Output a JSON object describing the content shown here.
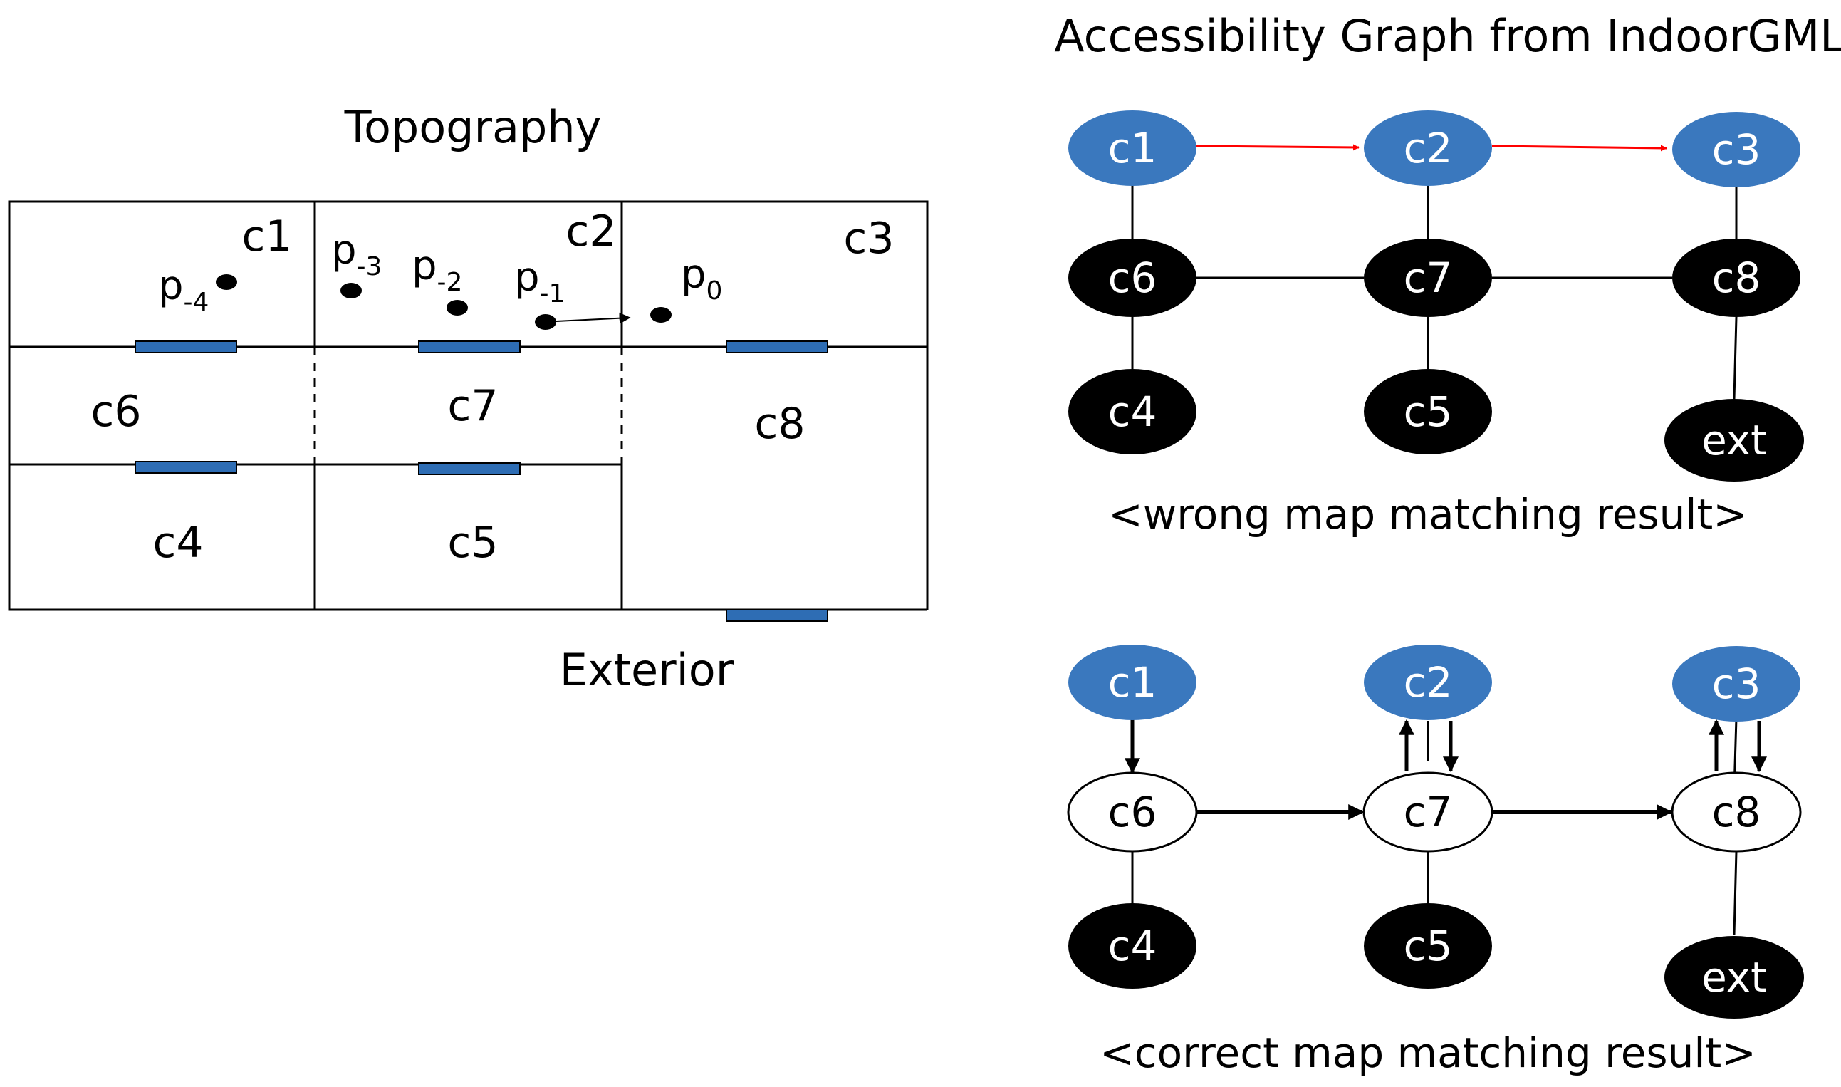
{
  "topography": {
    "title": "Topography",
    "exterior_label": "Exterior",
    "rooms": {
      "c1": "c1",
      "c2": "c2",
      "c3": "c3",
      "c4": "c4",
      "c5": "c5",
      "c6": "c6",
      "c7": "c7",
      "c8": "c8"
    },
    "points": [
      {
        "base": "p",
        "sub": "-4"
      },
      {
        "base": "p",
        "sub": "-3"
      },
      {
        "base": "p",
        "sub": "-2"
      },
      {
        "base": "p",
        "sub": "-1"
      },
      {
        "base": "p",
        "sub": "0"
      }
    ],
    "door_color": "#2e6db4"
  },
  "graph": {
    "title": "Accessibility Graph from IndoorGML",
    "highlight_fill": "#3a78be",
    "wrong_edge_color": "#ff0000",
    "wrong": {
      "caption": "<wrong map matching result>",
      "nodes": {
        "c1": "c1",
        "c2": "c2",
        "c3": "c3",
        "c6": "c6",
        "c7": "c7",
        "c8": "c8",
        "c4": "c4",
        "c5": "c5",
        "ext": "ext"
      }
    },
    "correct": {
      "caption": "<correct map matching result>",
      "nodes": {
        "c1": "c1",
        "c2": "c2",
        "c3": "c3",
        "c6": "c6",
        "c7": "c7",
        "c8": "c8",
        "c4": "c4",
        "c5": "c5",
        "ext": "ext"
      }
    }
  }
}
